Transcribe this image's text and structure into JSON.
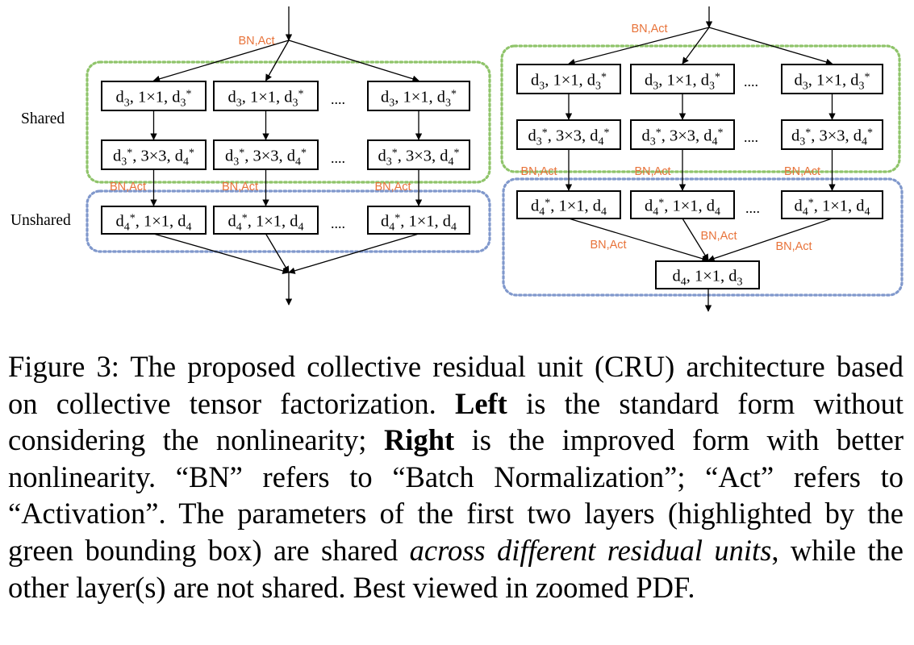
{
  "left": {
    "labels": {
      "shared": "Shared",
      "unshared": "Unshared"
    },
    "bn_act": "BN,Act",
    "bn_act_mid": [
      "BN,Act",
      "BN,Act",
      "BN,Act"
    ],
    "row1": {
      "main": "d",
      "sub1": "3",
      "mid": ", 1×1, d",
      "sub2": "3",
      "sup2": "*"
    },
    "row2": {
      "main": "d",
      "sub1": "3",
      "sup1": "*",
      "mid": ", 3×3, d",
      "sub2": "4",
      "sup2": "*"
    },
    "row3": {
      "main": "d",
      "sub1": "4",
      "sup1": "*",
      "mid": ", 1×1, d",
      "sub2": "4"
    },
    "ellipsis": "...."
  },
  "right": {
    "bn_act_top": "BN,Act",
    "bn_act_mid": [
      "BN,Act",
      "BN,Act",
      "BN,Act"
    ],
    "bn_act_bottom": [
      "BN,Act",
      "BN,Act",
      "BN,Act"
    ],
    "row1": {
      "main": "d",
      "sub1": "3",
      "mid": ", 1×1, d",
      "sub2": "3",
      "sup2": "*"
    },
    "row2": {
      "main": "d",
      "sub1": "3",
      "sup1": "*",
      "mid": ", 3×3, d",
      "sub2": "4",
      "sup2": "*"
    },
    "row3": {
      "main": "d",
      "sub1": "4",
      "sup1": "*",
      "mid": ", 1×1, d",
      "sub2": "4"
    },
    "final": {
      "main": "d",
      "sub1": "4",
      "mid": ", 1×1, d",
      "sub2": "3"
    },
    "ellipsis": "...."
  },
  "colors": {
    "shared_border": "#8fc46a",
    "unshared_border": "#8098cc",
    "bn_act": "#e8733a"
  },
  "caption": {
    "p1": "Figure 3: The proposed collective residual unit (CRU) architecture based on collective tensor factorization. ",
    "left_bold": "Left",
    "p2": " is the standard form without considering the nonlinearity; ",
    "right_bold": "Right",
    "p3": " is the improved form with better nonlinearity. “BN” refers to “Batch Normalization”; “Act” refers to “Activation”. The parameters of the first two layers (highlighted by the green bounding box) are shared ",
    "italic": "across different residual units",
    "p4": ", while the other layer(s) are not shared. Best viewed in zoomed PDF."
  }
}
